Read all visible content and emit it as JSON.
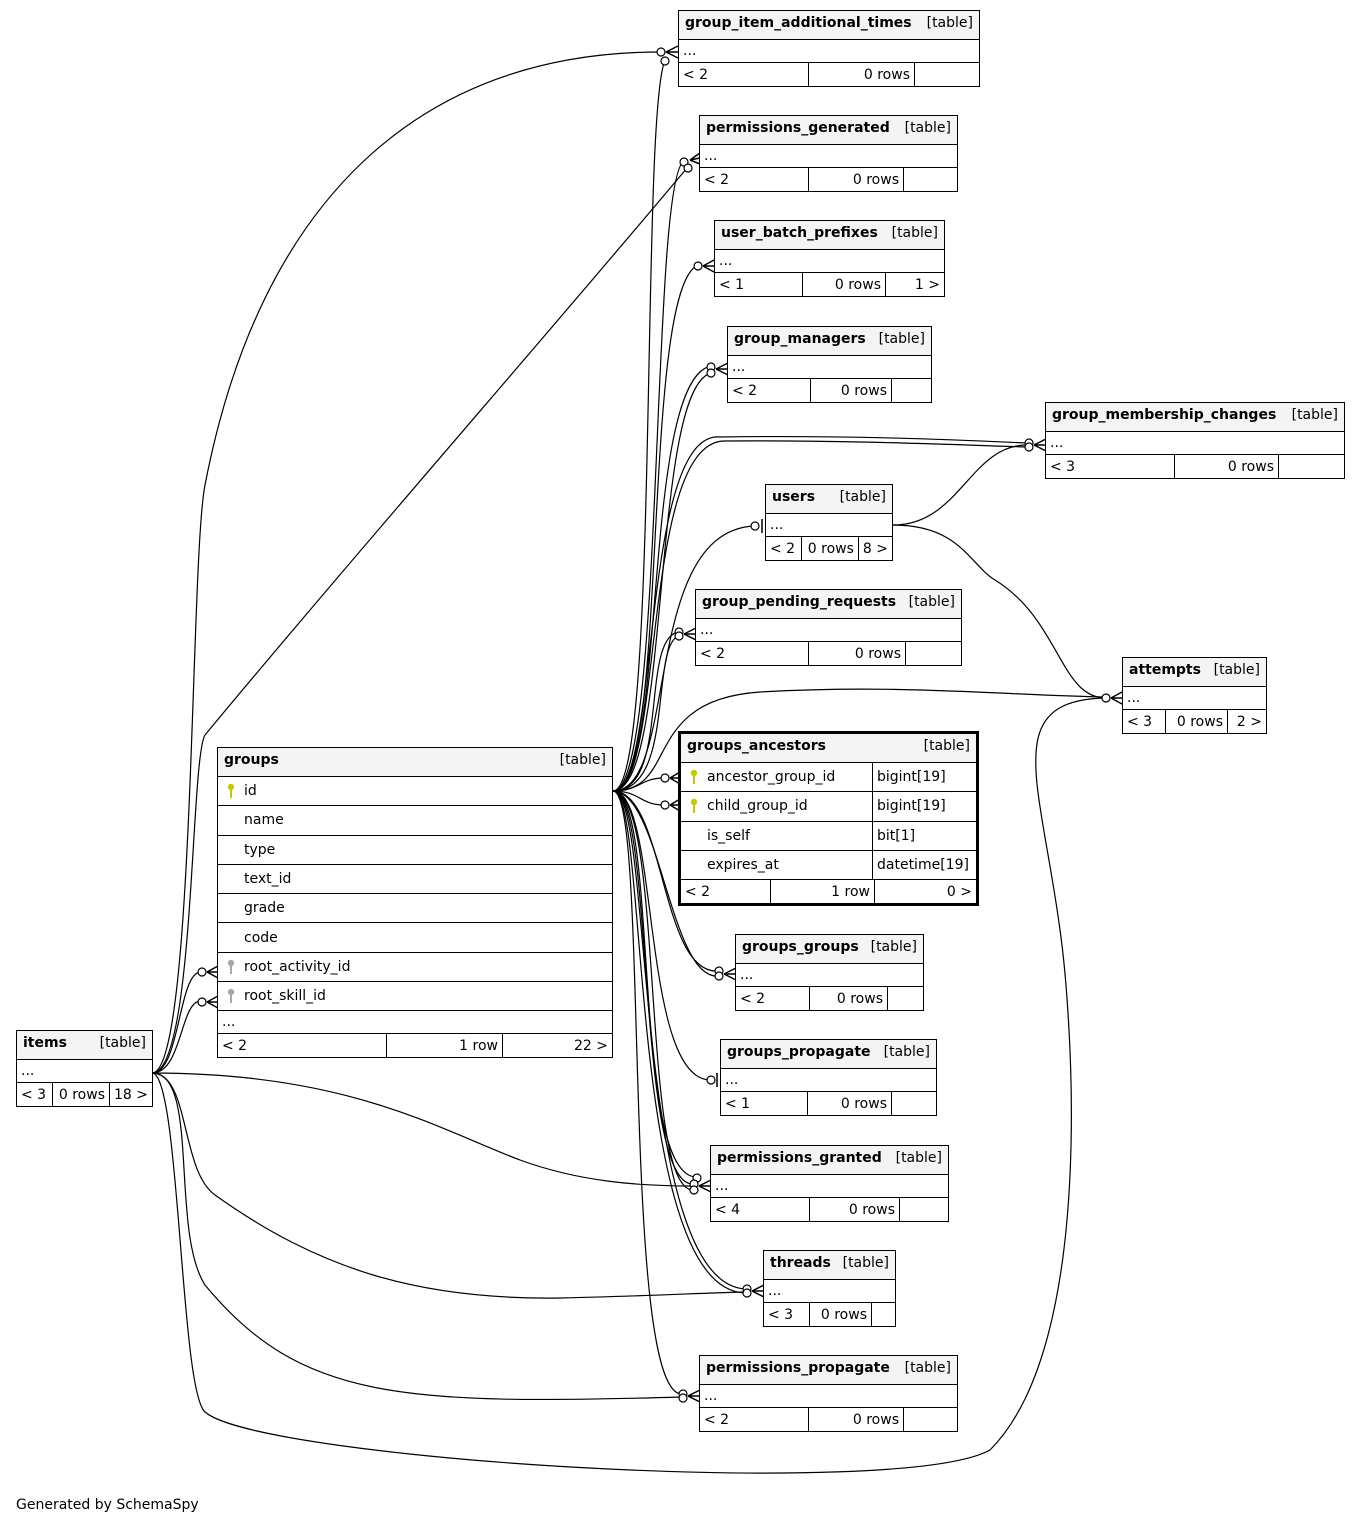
{
  "footer": "Generated by SchemaSpy",
  "tables": {
    "group_item_additional_times": {
      "name": "group_item_additional_times",
      "kind": "[table]",
      "more": "...",
      "parents": "< 2",
      "rows": "0 rows",
      "children": ""
    },
    "permissions_generated": {
      "name": "permissions_generated",
      "kind": "[table]",
      "more": "...",
      "parents": "< 2",
      "rows": "0 rows",
      "children": ""
    },
    "user_batch_prefixes": {
      "name": "user_batch_prefixes",
      "kind": "[table]",
      "more": "...",
      "parents": "< 1",
      "rows": "0 rows",
      "children": "1 >"
    },
    "group_managers": {
      "name": "group_managers",
      "kind": "[table]",
      "more": "...",
      "parents": "< 2",
      "rows": "0 rows",
      "children": ""
    },
    "group_membership_changes": {
      "name": "group_membership_changes",
      "kind": "[table]",
      "more": "...",
      "parents": "< 3",
      "rows": "0 rows",
      "children": ""
    },
    "users": {
      "name": "users",
      "kind": "[table]",
      "more": "...",
      "parents": "< 2",
      "rows": "0 rows",
      "children": "8 >"
    },
    "group_pending_requests": {
      "name": "group_pending_requests",
      "kind": "[table]",
      "more": "...",
      "parents": "< 2",
      "rows": "0 rows",
      "children": ""
    },
    "attempts": {
      "name": "attempts",
      "kind": "[table]",
      "more": "...",
      "parents": "< 3",
      "rows": "0 rows",
      "children": "2 >"
    },
    "groups_groups": {
      "name": "groups_groups",
      "kind": "[table]",
      "more": "...",
      "parents": "< 2",
      "rows": "0 rows",
      "children": ""
    },
    "groups_propagate": {
      "name": "groups_propagate",
      "kind": "[table]",
      "more": "...",
      "parents": "< 1",
      "rows": "0 rows",
      "children": ""
    },
    "permissions_granted": {
      "name": "permissions_granted",
      "kind": "[table]",
      "more": "...",
      "parents": "< 4",
      "rows": "0 rows",
      "children": ""
    },
    "threads": {
      "name": "threads",
      "kind": "[table]",
      "more": "...",
      "parents": "< 3",
      "rows": "0 rows",
      "children": ""
    },
    "permissions_propagate": {
      "name": "permissions_propagate",
      "kind": "[table]",
      "more": "...",
      "parents": "< 2",
      "rows": "0 rows",
      "children": ""
    },
    "items": {
      "name": "items",
      "kind": "[table]",
      "more": "...",
      "parents": "< 3",
      "rows": "0 rows",
      "children": "18 >"
    }
  },
  "groups": {
    "name": "groups",
    "kind": "[table]",
    "columns": [
      "id",
      "name",
      "type",
      "text_id",
      "grade",
      "code",
      "root_activity_id",
      "root_skill_id"
    ],
    "more": "...",
    "parents": "< 2",
    "rows": "1 row",
    "children": "22 >"
  },
  "groups_ancestors": {
    "name": "groups_ancestors",
    "kind": "[table]",
    "columns": [
      {
        "name": "ancestor_group_id",
        "type": "bigint[19]",
        "key": "primary"
      },
      {
        "name": "child_group_id",
        "type": "bigint[19]",
        "key": "primary"
      },
      {
        "name": "is_self",
        "type": "bit[1]",
        "key": ""
      },
      {
        "name": "expires_at",
        "type": "datetime[19]",
        "key": ""
      }
    ],
    "parents": "< 2",
    "rows": "1 row",
    "children": "0 >"
  },
  "colors": {
    "primary_key": "#c8c800",
    "foreign_key": "#a8a8a8",
    "header_bg": "#f4f4f4"
  }
}
